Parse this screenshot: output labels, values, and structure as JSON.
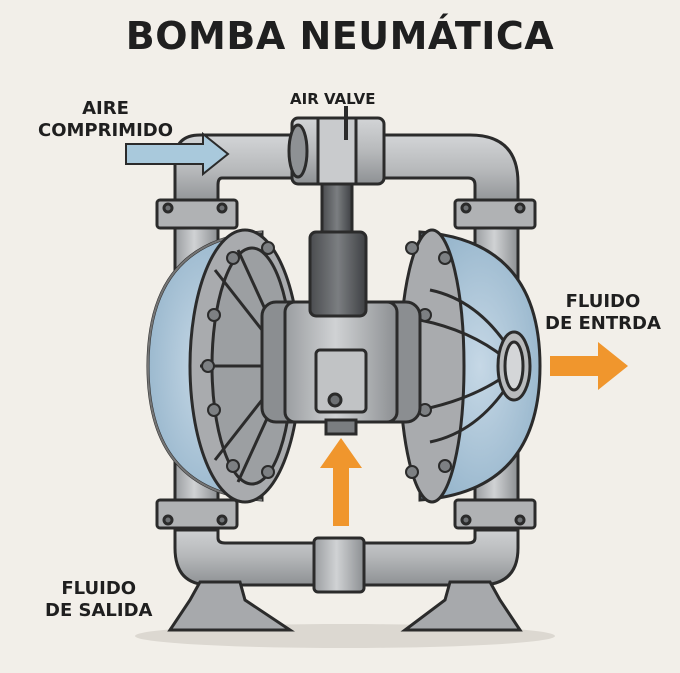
{
  "title": "BOMBA NEUMÁTICA",
  "labels": {
    "air_in": [
      "AIRE",
      "COMPRIMIDO"
    ],
    "air_valve": "AIR VALVE",
    "fluid_out_right": [
      "FLUIDO",
      "DE ENTRDA"
    ],
    "fluid_bottom": [
      "FLUIDO",
      "DE SALIDA"
    ]
  },
  "colors": {
    "background": "#f2efe9",
    "metal": "#b9bbbd",
    "metal_dark": "#8e9194",
    "outline": "#2b2b2b",
    "diaphragm": "#a9c3d6",
    "air_arrow": "#a9c9dc",
    "fluid_arrow": "#f0962d"
  },
  "icons": {
    "air_arrow": "arrow-right",
    "fluid_out_arrow": "arrow-right",
    "fluid_in_arrow": "arrow-up"
  }
}
